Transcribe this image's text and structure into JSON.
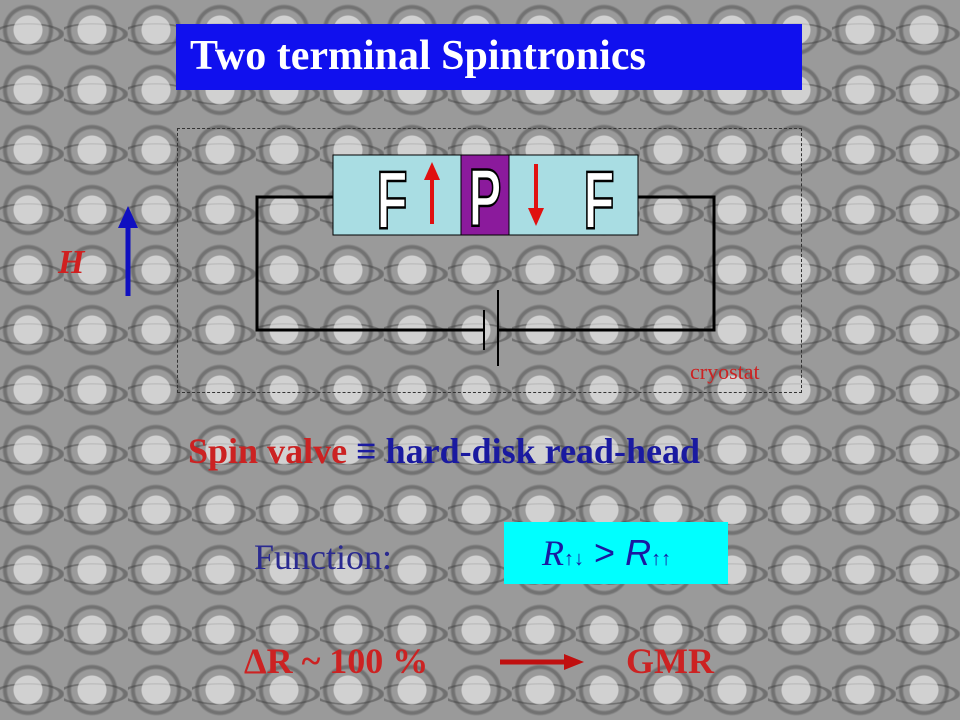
{
  "title": "Two terminal Spintronics",
  "device": {
    "left_layer": "F",
    "middle_layer": "P",
    "right_layer": "F",
    "left_arrow": "up",
    "right_arrow": "down"
  },
  "field_label": "H",
  "cryostat_label": "cryostat",
  "spin_valve": {
    "part1": "Spin valve",
    "equiv": "≡",
    "part2": "hard-disk read-head"
  },
  "function_label": "Function:",
  "relation": {
    "lhs": "R",
    "lhs_sub": "↑↓",
    "op": ">",
    "rhs": "R",
    "rhs_sub": "↑↑"
  },
  "delta": "ΔR ~ 100 %",
  "gmr": "GMR",
  "colors": {
    "title_bg": "#1010ee",
    "ferromagnet": "#a9dde3",
    "paramagnet": "#8b1a9c",
    "arrow_red": "#e01010",
    "field_arrow": "#1010c0",
    "relation_bg": "#00ffff"
  }
}
